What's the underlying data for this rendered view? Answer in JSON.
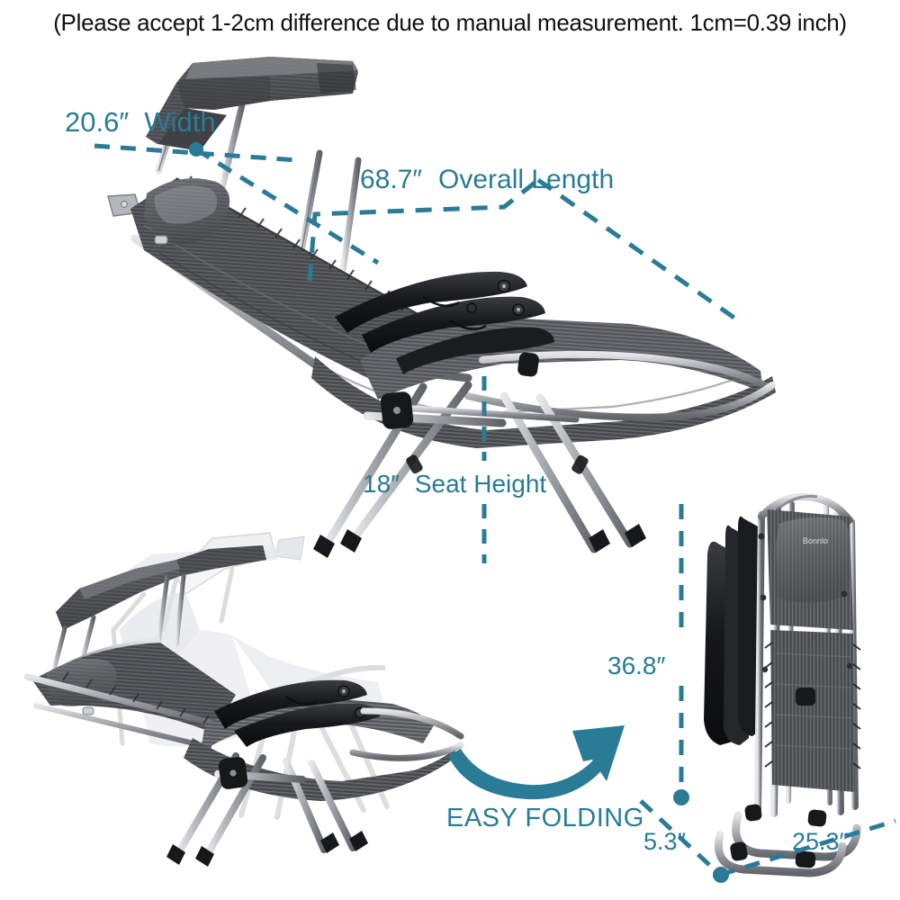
{
  "header": {
    "note": "(Please accept 1-2cm difference due to manual measurement.   1cm=0.39 inch)"
  },
  "colors": {
    "dimension_teal": "#2a7b96",
    "arrow_teal": "#2a7b96",
    "text_black": "#111111",
    "frame_silver": "#9a9da1",
    "fabric_dark_gray": "#4a4c4f",
    "background": "#ffffff"
  },
  "dimensions": {
    "width": {
      "value": "20.6″",
      "label": "Width"
    },
    "overall_length": {
      "value": "68.7″",
      "label": "Overall Length"
    },
    "seat_height": {
      "value": "18″",
      "label": "Seat Height"
    },
    "folded_height": {
      "value": "36.8″",
      "label": ""
    },
    "folded_depth": {
      "value": "5.3″",
      "label": ""
    },
    "folded_width": {
      "value": "25.3″",
      "label": ""
    }
  },
  "callouts": {
    "easy_folding": "EASY FOLDING"
  },
  "product": {
    "brand_tag": "Bonnlo",
    "views": [
      {
        "name": "main-reclined-chair-with-canopy"
      },
      {
        "name": "reclining-motion-chair"
      },
      {
        "name": "folded-chair"
      }
    ]
  }
}
